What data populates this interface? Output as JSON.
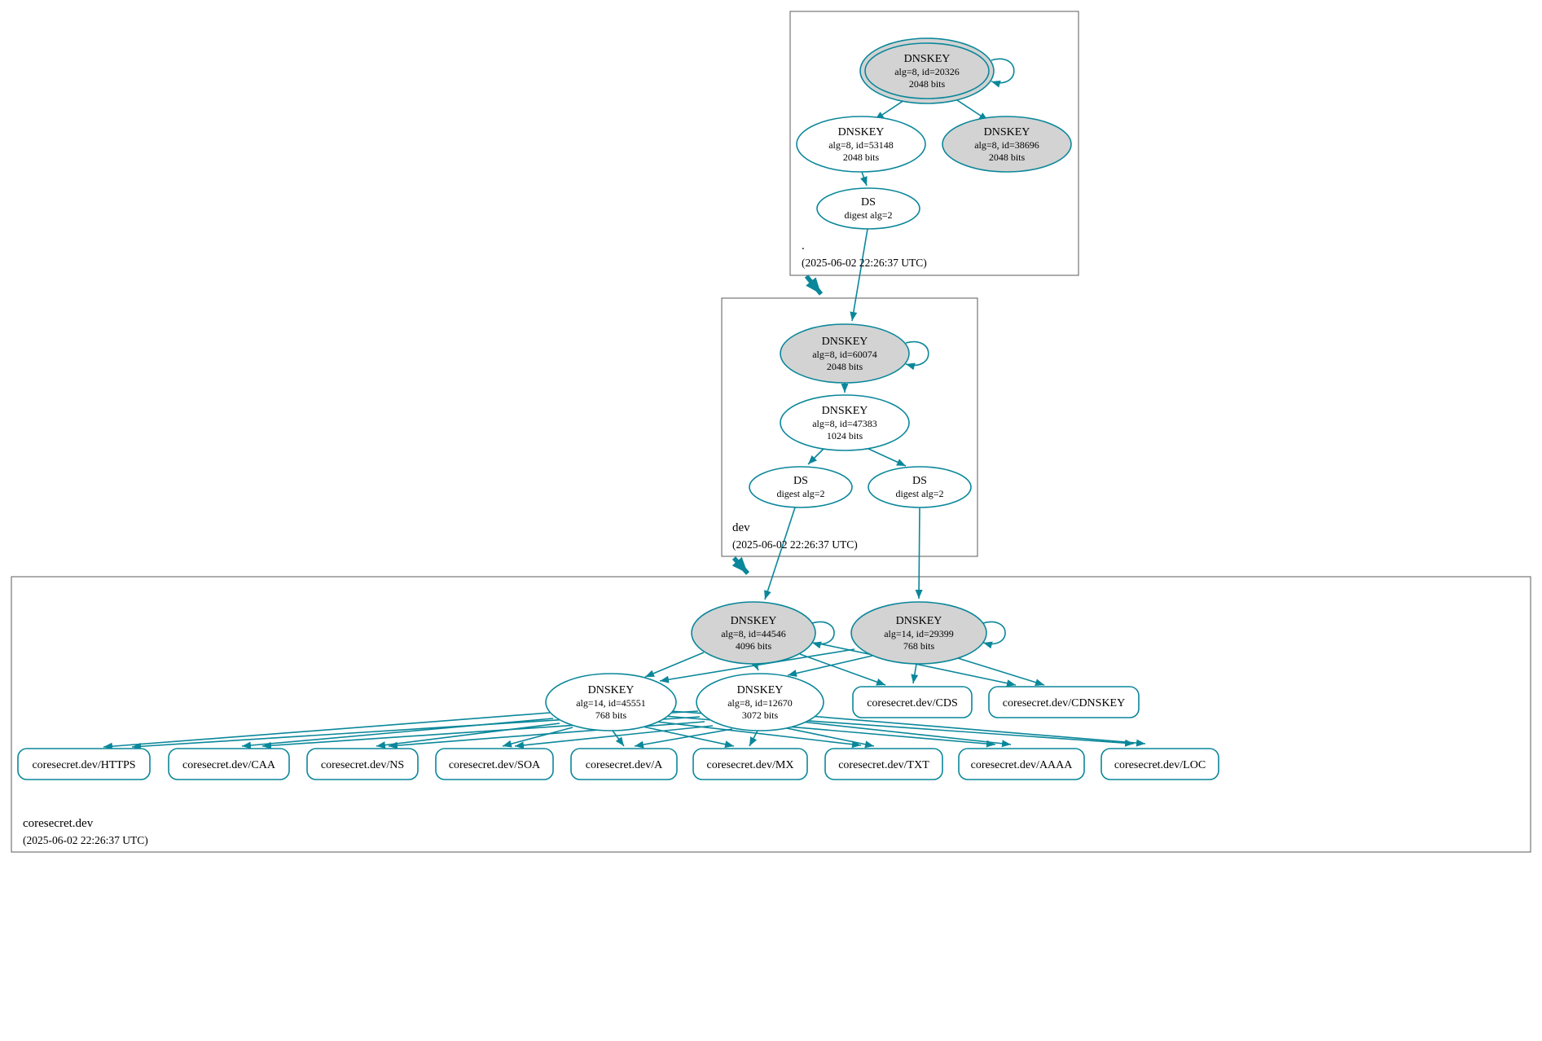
{
  "colors": {
    "secure_teal": "#0a879a",
    "ksk_fill_gray": "#d3d3d3",
    "node_fill": "#ffffff",
    "zone_border": "#5b5b5b"
  },
  "zones": {
    "root": {
      "name": ".",
      "timestamp": "(2025-06-02 22:26:37 UTC)",
      "ksk": {
        "type": "DNSKEY",
        "meta": "alg=8, id=20326",
        "size": "2048 bits"
      },
      "zsk": {
        "type": "DNSKEY",
        "meta": "alg=8, id=53148",
        "size": "2048 bits"
      },
      "standby": {
        "type": "DNSKEY",
        "meta": "alg=8, id=38696",
        "size": "2048 bits"
      },
      "ds": {
        "type": "DS",
        "meta": "digest alg=2"
      }
    },
    "dev": {
      "name": "dev",
      "timestamp": "(2025-06-02 22:26:37 UTC)",
      "ksk": {
        "type": "DNSKEY",
        "meta": "alg=8, id=60074",
        "size": "2048 bits"
      },
      "zsk": {
        "type": "DNSKEY",
        "meta": "alg=8, id=47383",
        "size": "1024 bits"
      },
      "ds_left": {
        "type": "DS",
        "meta": "digest alg=2"
      },
      "ds_right": {
        "type": "DS",
        "meta": "digest alg=2"
      }
    },
    "coresecret": {
      "name": "coresecret.dev",
      "timestamp": "(2025-06-02 22:26:37 UTC)",
      "ksk1": {
        "type": "DNSKEY",
        "meta": "alg=8, id=44546",
        "size": "4096 bits"
      },
      "ksk2": {
        "type": "DNSKEY",
        "meta": "alg=14, id=29399",
        "size": "768 bits"
      },
      "zsk1": {
        "type": "DNSKEY",
        "meta": "alg=14, id=45551",
        "size": "768 bits"
      },
      "zsk2": {
        "type": "DNSKEY",
        "meta": "alg=8, id=12670",
        "size": "3072 bits"
      },
      "cds": "coresecret.dev/CDS",
      "cdnskey": "coresecret.dev/CDNSKEY",
      "rrsets": [
        "coresecret.dev/HTTPS",
        "coresecret.dev/CAA",
        "coresecret.dev/NS",
        "coresecret.dev/SOA",
        "coresecret.dev/A",
        "coresecret.dev/MX",
        "coresecret.dev/TXT",
        "coresecret.dev/AAAA",
        "coresecret.dev/LOC"
      ]
    }
  }
}
